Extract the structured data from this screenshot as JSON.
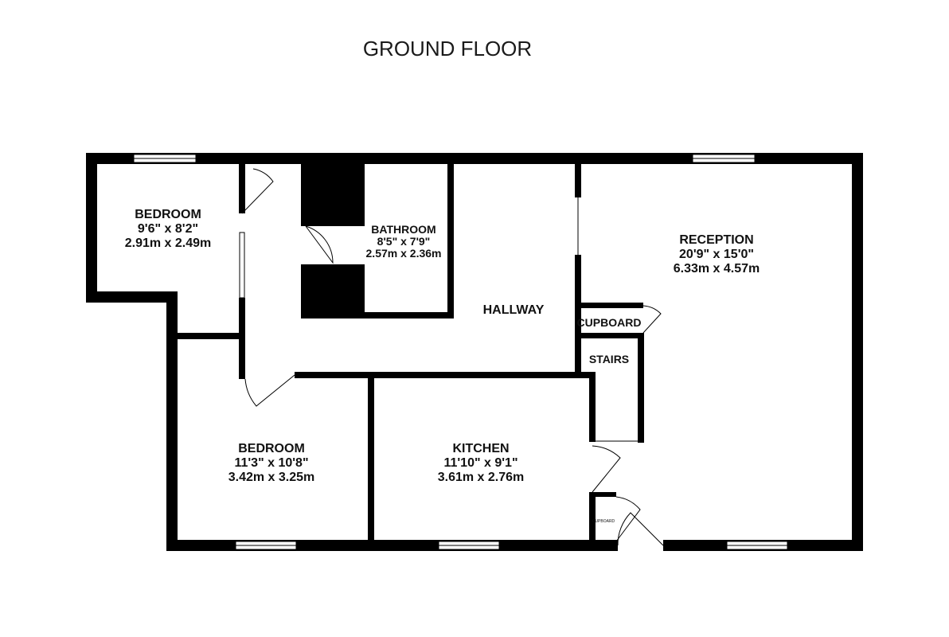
{
  "title": "GROUND FLOOR",
  "rooms": {
    "bedroom1": {
      "name": "BEDROOM",
      "imperial": "9'6\"  x 8'2\"",
      "metric": "2.91m  x 2.49m"
    },
    "bathroom": {
      "name": "BATHROOM",
      "imperial": "8'5\"  x 7'9\"",
      "metric": "2.57m  x 2.36m"
    },
    "hallway": {
      "name": "HALLWAY"
    },
    "reception": {
      "name": "RECEPTION",
      "imperial": "20'9\"  x 15'0\"",
      "metric": "6.33m  x 4.57m"
    },
    "cupboard": {
      "name": "CUPBOARD"
    },
    "stairs": {
      "name": "STAIRS"
    },
    "bedroom2": {
      "name": "BEDROOM",
      "imperial": "11'3\"  x 10'8\"",
      "metric": "3.42m  x 3.25m"
    },
    "kitchen": {
      "name": "KITCHEN",
      "imperial": "11'10\"  x 9'1\"",
      "metric": "3.61m  x 2.76m"
    },
    "small_cupboard": {
      "name": "CUPBOARD"
    }
  }
}
